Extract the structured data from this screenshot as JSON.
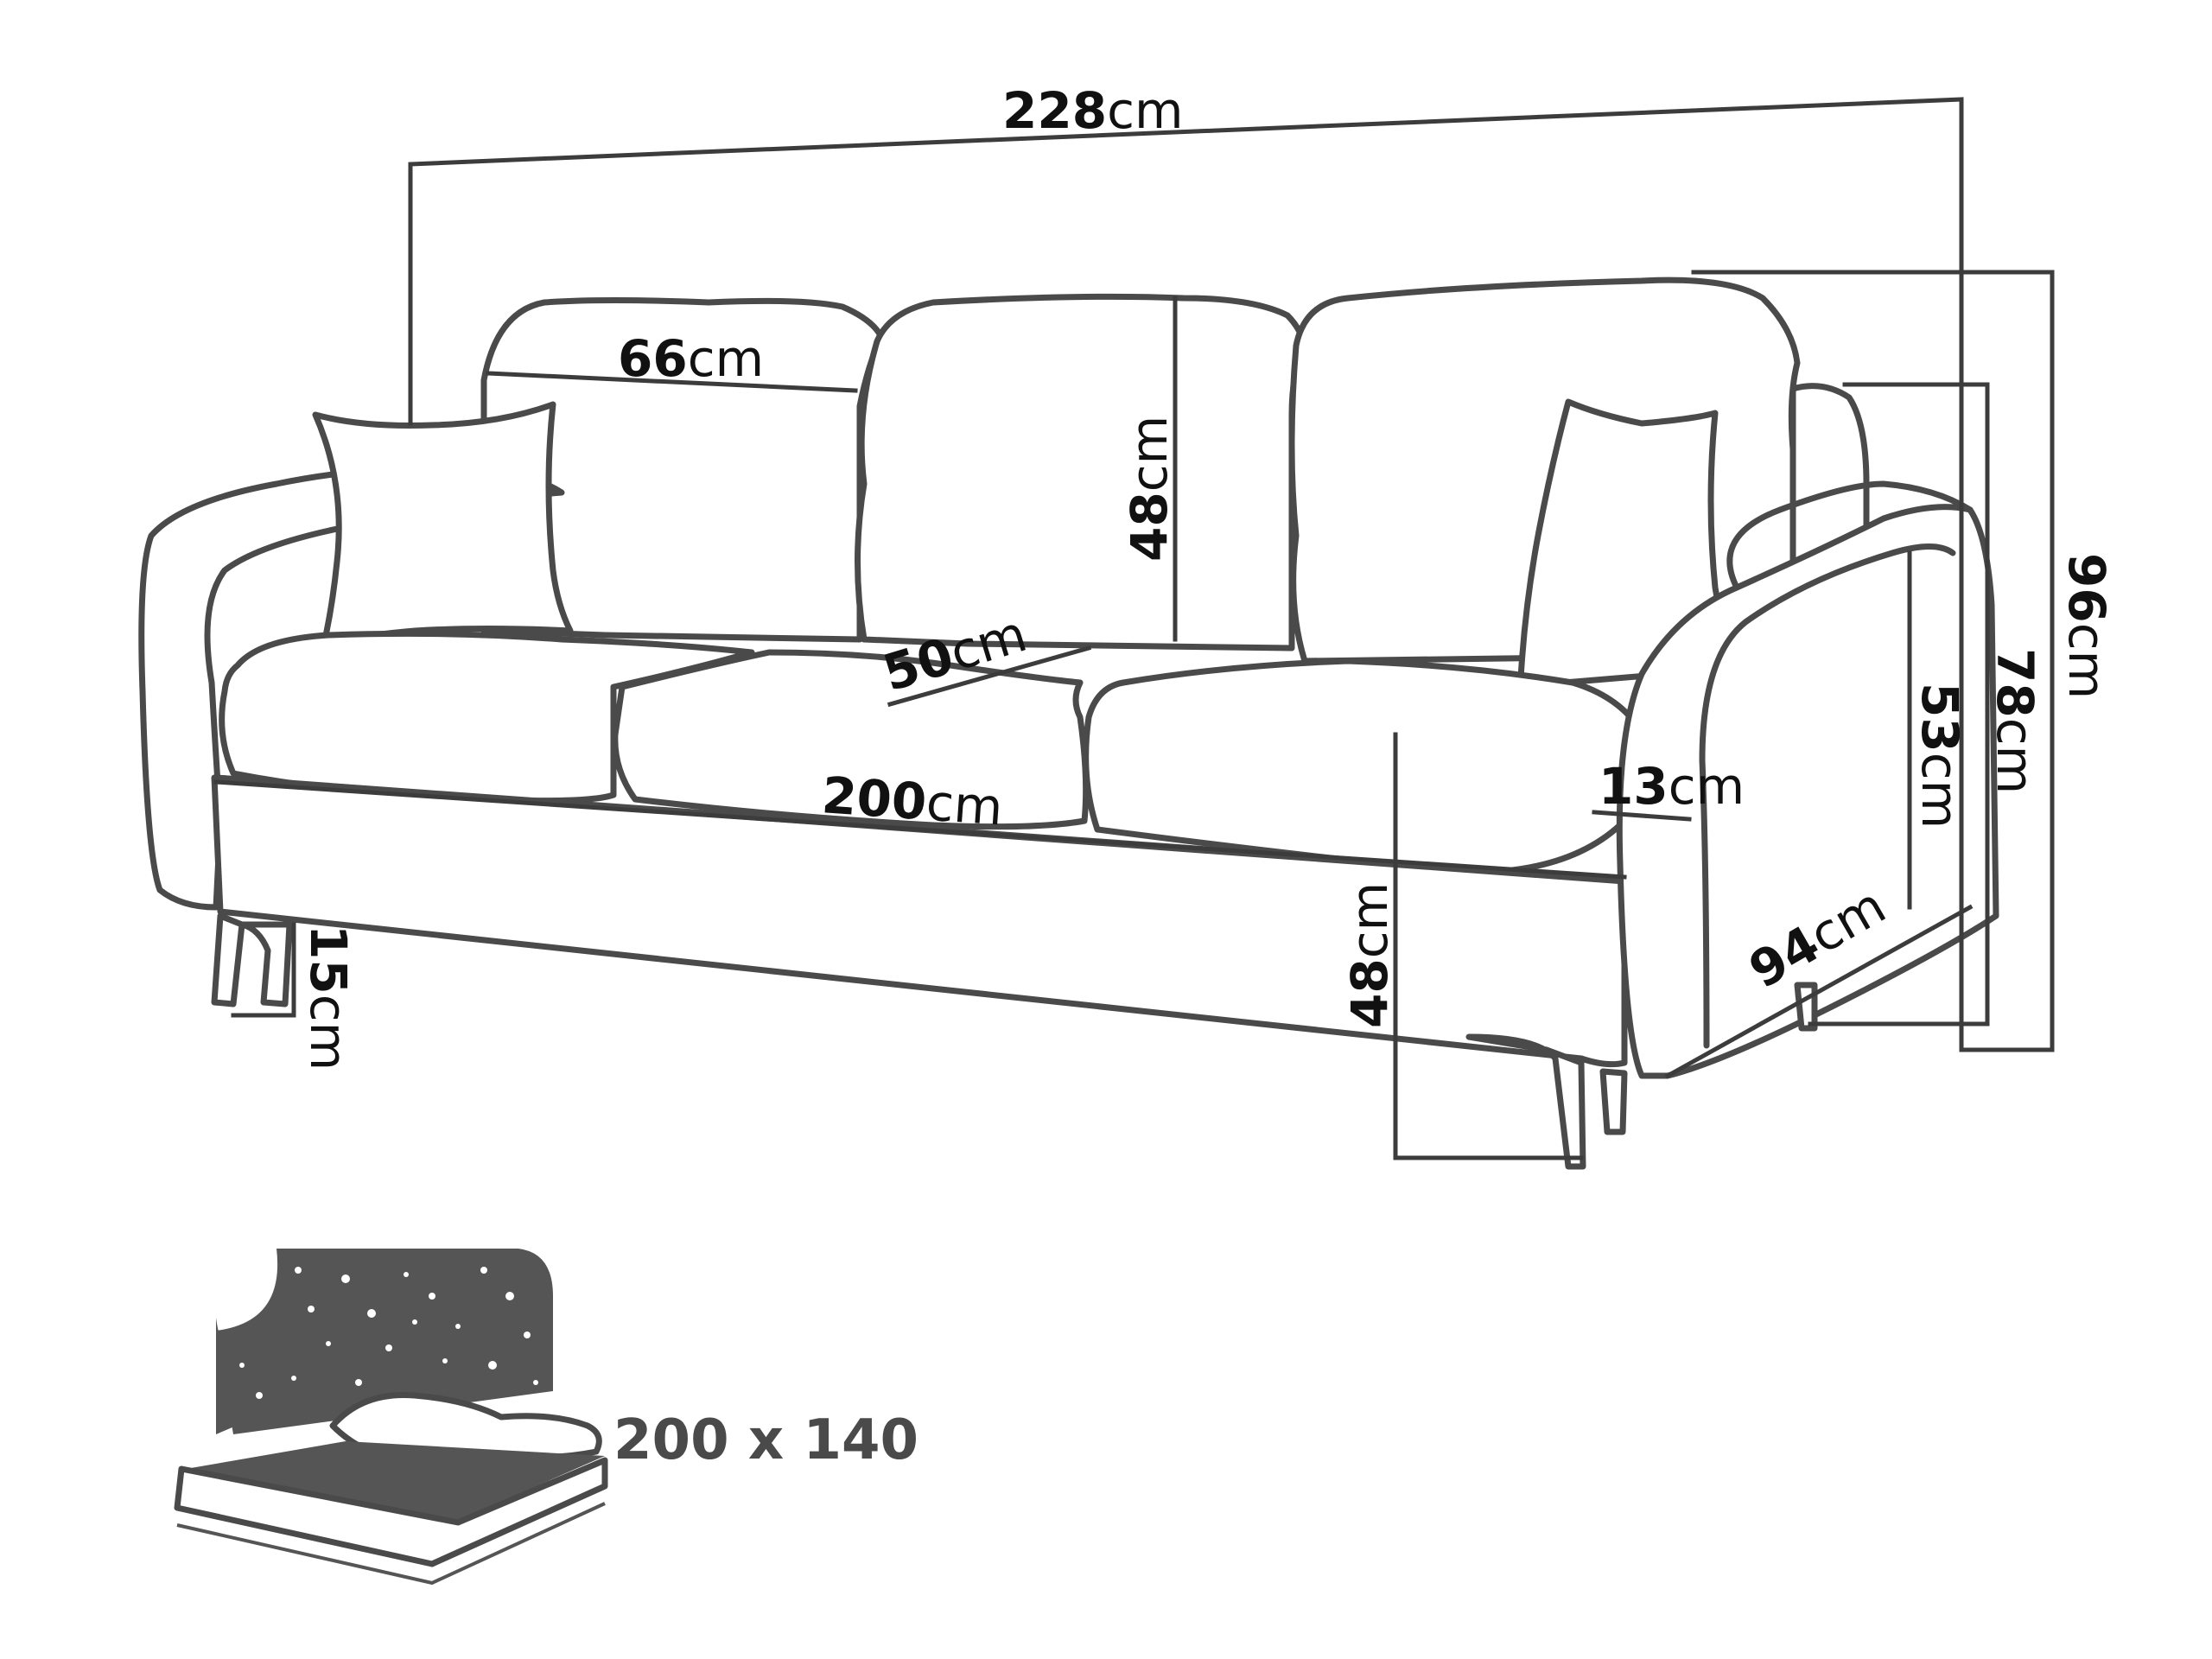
{
  "dimensions": {
    "total_width": {
      "value": "228",
      "unit": "cm"
    },
    "cushion_width": {
      "value": "66",
      "unit": "cm"
    },
    "backrest_height": {
      "value": "48",
      "unit": "cm"
    },
    "seat_depth": {
      "value": "50",
      "unit": "cm"
    },
    "seat_width": {
      "value": "200",
      "unit": "cm"
    },
    "armrest_width": {
      "value": "13",
      "unit": "cm"
    },
    "seat_height": {
      "value": "48",
      "unit": "cm"
    },
    "leg_height": {
      "value": "15",
      "unit": "cm"
    },
    "depth": {
      "value": "94",
      "unit": "cm"
    },
    "armrest_height": {
      "value": "53",
      "unit": "cm"
    },
    "back_height": {
      "value": "78",
      "unit": "cm"
    },
    "total_height": {
      "value": "96",
      "unit": "cm"
    }
  },
  "bed": {
    "size_label": "200 x 140"
  }
}
